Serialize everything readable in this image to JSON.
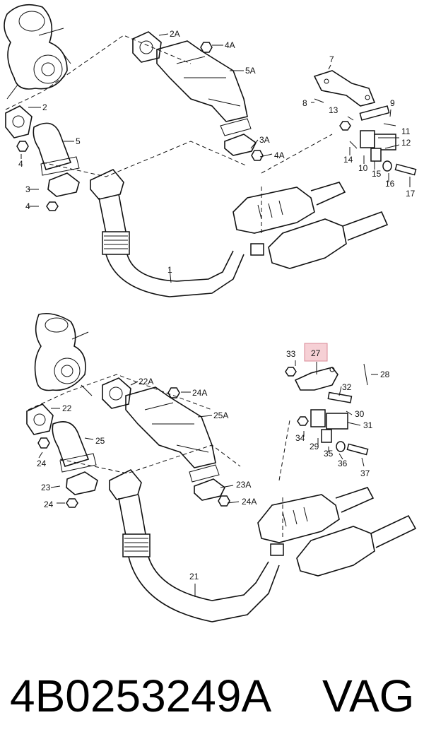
{
  "diagram": {
    "top_labels": [
      "2A",
      "4A",
      "5A",
      "2",
      "5",
      "4",
      "3",
      "4",
      "7",
      "8",
      "9",
      "13",
      "11",
      "12",
      "14",
      "10",
      "15",
      "16",
      "17",
      "1",
      "3A",
      "4A"
    ],
    "bottom_labels": [
      "22A",
      "24A",
      "25A",
      "22",
      "25",
      "24",
      "23",
      "24",
      "33",
      "27",
      "28",
      "32",
      "30",
      "31",
      "34",
      "29",
      "35",
      "36",
      "37",
      "21",
      "23A",
      "24A"
    ],
    "highlighted_label": "27"
  },
  "footer": {
    "part_number": "4B0253249A",
    "brand": "VAG"
  }
}
